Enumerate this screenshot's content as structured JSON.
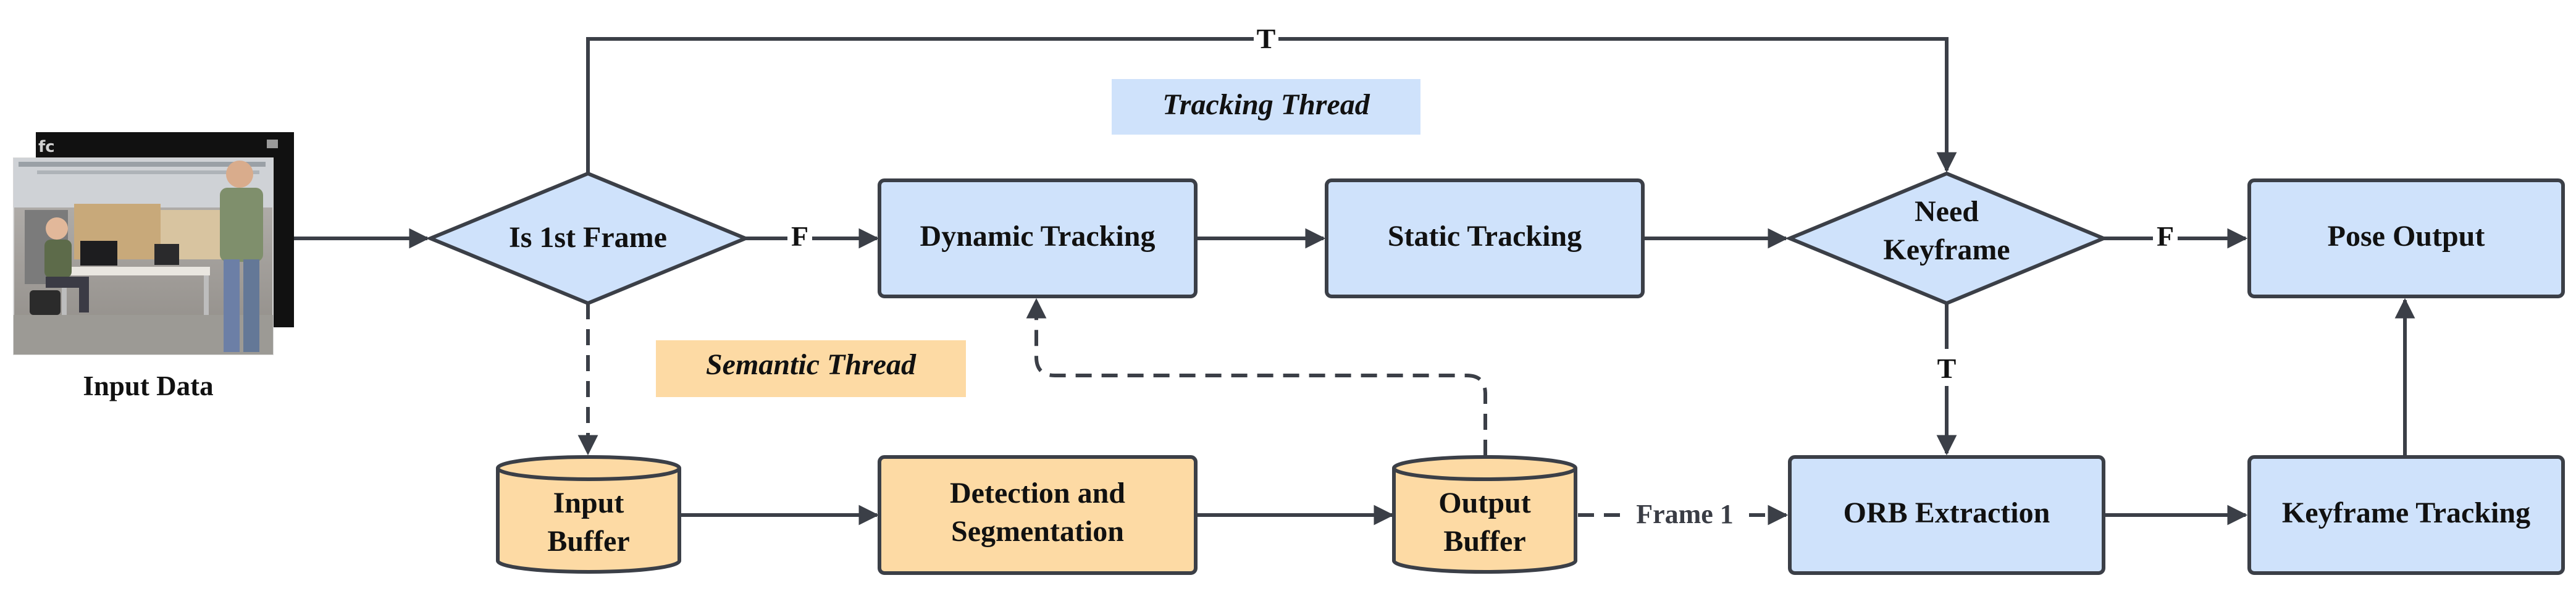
{
  "colors": {
    "blue_fill": "#cfe2fb",
    "orange_fill": "#fddaa4",
    "stroke": "#3b3f47",
    "tracking_label_bg": "#cfe2fb",
    "semantic_label_bg": "#fddaa4"
  },
  "input": {
    "caption": "Input Data",
    "image_description_icon": "photo-icon"
  },
  "threads": {
    "tracking": "Tracking Thread",
    "semantic": "Semantic Thread"
  },
  "nodes": {
    "is_first_frame": "Is 1st Frame",
    "dynamic_tracking": "Dynamic Tracking",
    "static_tracking": "Static Tracking",
    "need_keyframe_line1": "Need",
    "need_keyframe_line2": "Keyframe",
    "pose_output": "Pose Output",
    "input_buffer_line1": "Input",
    "input_buffer_line2": "Buffer",
    "detection_line1": "Detection and",
    "detection_line2": "Segmentation",
    "output_buffer_line1": "Output",
    "output_buffer_line2": "Buffer",
    "orb_extraction": "ORB Extraction",
    "keyframe_tracking": "Keyframe Tracking"
  },
  "edge_labels": {
    "top_true": "T",
    "first_false": "F",
    "keyframe_false": "F",
    "keyframe_true": "T",
    "frame1": "Frame 1"
  }
}
